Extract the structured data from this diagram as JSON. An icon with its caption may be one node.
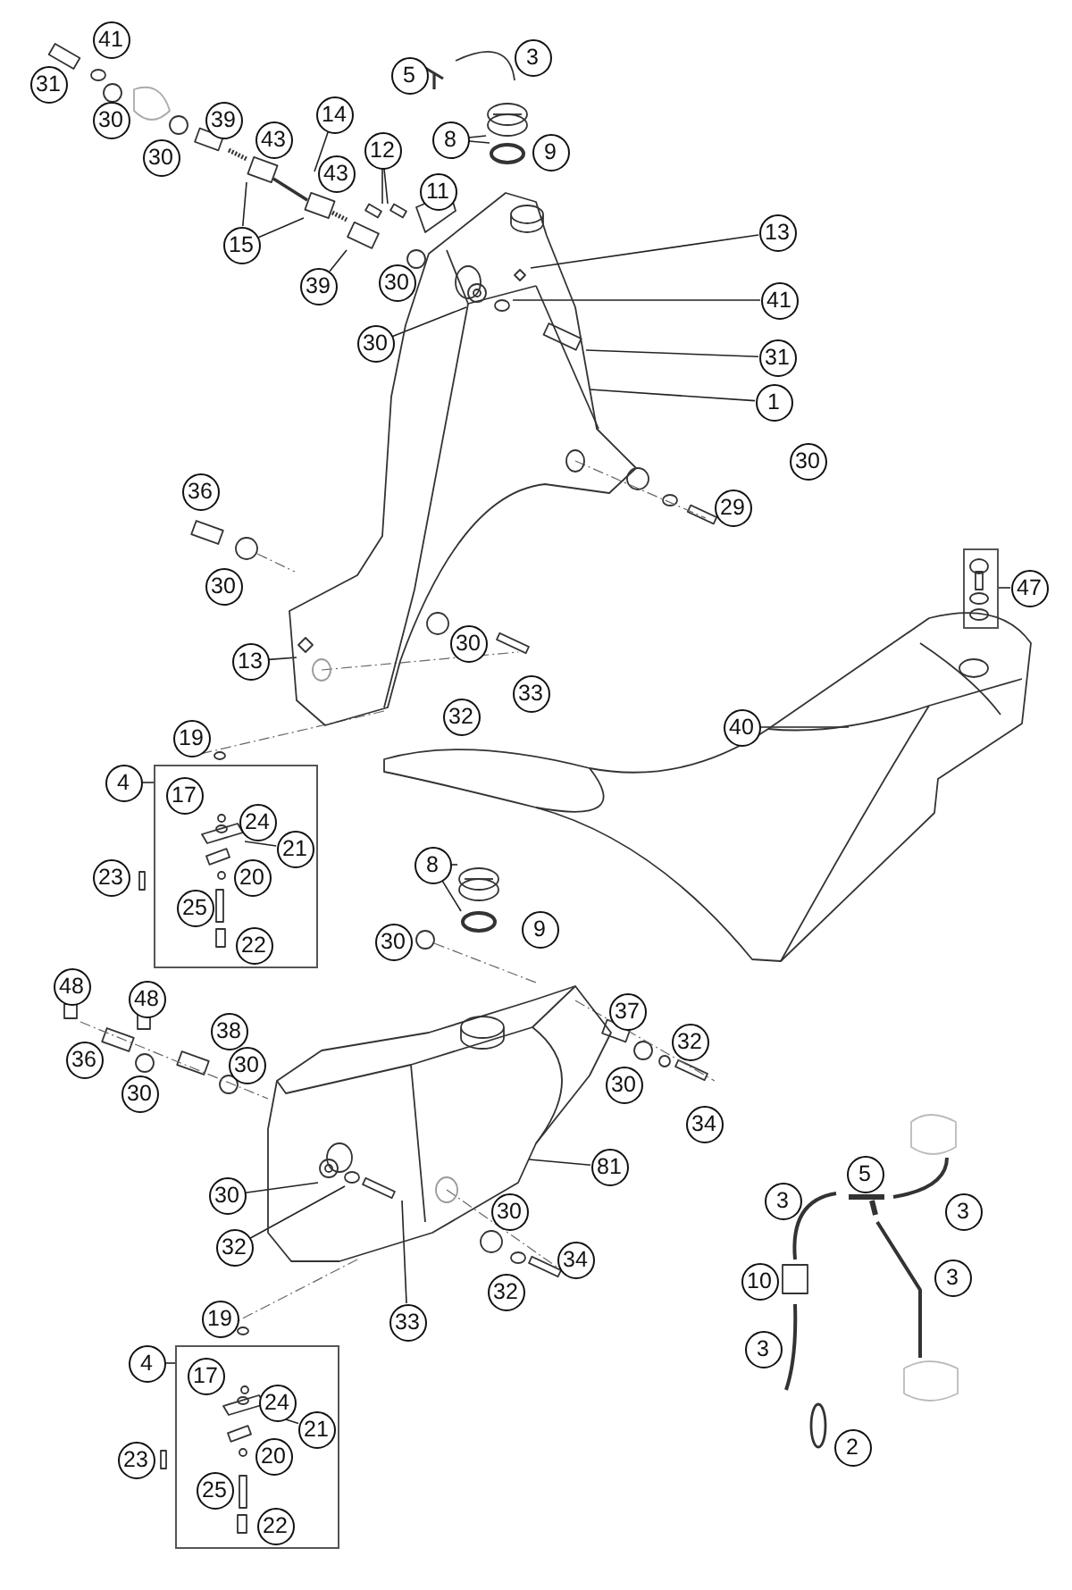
{
  "diagram": {
    "nodes": [
      {
        "text": [
          "41"
        ]
      },
      {
        "text": [
          "3"
        ]
      },
      {
        "text": [
          "5"
        ]
      },
      {
        "text": [
          "31"
        ]
      },
      {
        "text": [
          "39"
        ]
      },
      {
        "text": [
          "14"
        ]
      },
      {
        "text": [
          "30"
        ]
      },
      {
        "text": [
          "8"
        ]
      },
      {
        "text": [
          "9"
        ]
      },
      {
        "text": [
          "43"
        ]
      },
      {
        "text": [
          "30"
        ]
      },
      {
        "text": [
          "12"
        ]
      },
      {
        "text": [
          "43"
        ]
      },
      {
        "text": [
          "11"
        ]
      },
      {
        "text": [
          "13"
        ]
      },
      {
        "text": [
          "15"
        ]
      },
      {
        "text": [
          "39"
        ]
      },
      {
        "text": [
          "30"
        ]
      },
      {
        "text": [
          "41"
        ]
      },
      {
        "text": [
          "30"
        ]
      },
      {
        "text": [
          "31"
        ]
      },
      {
        "text": [
          "1"
        ]
      },
      {
        "text": [
          "36"
        ]
      },
      {
        "text": [
          "29"
        ]
      },
      {
        "text": [
          "30"
        ]
      },
      {
        "text": [
          "30"
        ]
      },
      {
        "text": [
          "47"
        ]
      },
      {
        "text": [],
        "shape": "box"
      },
      {
        "text": [
          "13"
        ]
      },
      {
        "text": [
          "30"
        ]
      },
      {
        "text": [
          "33"
        ]
      },
      {
        "text": [
          "32"
        ]
      },
      {
        "text": [
          "40"
        ]
      },
      {
        "text": [
          "19"
        ]
      },
      {
        "text": [],
        "shape": "box"
      },
      {
        "text": [
          "4"
        ]
      },
      {
        "text": [
          "17"
        ],
        "in": 34
      },
      {
        "text": [
          "24"
        ],
        "in": 34
      },
      {
        "text": [
          "21"
        ],
        "in": 34
      },
      {
        "text": [
          "20"
        ],
        "in": 34
      },
      {
        "text": [
          "23"
        ]
      },
      {
        "text": [
          "25"
        ],
        "in": 34
      },
      {
        "text": [
          "22"
        ],
        "in": 34
      },
      {
        "text": [
          "8"
        ]
      },
      {
        "text": [
          "9"
        ]
      },
      {
        "text": [
          "30"
        ]
      },
      {
        "text": [
          "48"
        ]
      },
      {
        "text": [
          "48"
        ]
      },
      {
        "text": [
          "37"
        ]
      },
      {
        "text": [
          "38"
        ]
      },
      {
        "text": [
          "32"
        ]
      },
      {
        "text": [
          "36"
        ]
      },
      {
        "text": [
          "30"
        ]
      },
      {
        "text": [
          "30"
        ]
      },
      {
        "text": [
          "30"
        ]
      },
      {
        "text": [
          "34"
        ]
      },
      {
        "text": [
          "81"
        ]
      },
      {
        "text": [
          "30"
        ]
      },
      {
        "text": [
          "3"
        ]
      },
      {
        "text": [
          "5"
        ]
      },
      {
        "text": [
          "3"
        ]
      },
      {
        "text": [
          "30"
        ]
      },
      {
        "text": [
          "34"
        ]
      },
      {
        "text": [
          "32"
        ]
      },
      {
        "text": [
          "3"
        ]
      },
      {
        "text": [
          "10"
        ]
      },
      {
        "text": [
          "32"
        ]
      },
      {
        "text": [
          "19"
        ]
      },
      {
        "text": [
          "33"
        ]
      },
      {
        "text": [
          "3"
        ]
      },
      {
        "text": [],
        "shape": "box"
      },
      {
        "text": [
          "4"
        ]
      },
      {
        "text": [
          "17"
        ],
        "in": 70
      },
      {
        "text": [
          "24"
        ],
        "in": 70
      },
      {
        "text": [
          "21"
        ],
        "in": 70
      },
      {
        "text": [
          "20"
        ],
        "in": 70
      },
      {
        "text": [
          "23"
        ]
      },
      {
        "text": [
          "25"
        ],
        "in": 70
      },
      {
        "text": [
          "22"
        ],
        "in": 70
      },
      {
        "text": [
          "2"
        ]
      },
      {
        "text": [],
        "shape": "bar"
      },
      {
        "text": [],
        "shape": "picture"
      },
      {
        "text": [],
        "shape": "circle"
      },
      {
        "text": [],
        "shape": "box"
      },
      {
        "text": [],
        "shape": "box"
      },
      {
        "text": [],
        "shape": "diamond",
        "in": 92
      },
      {
        "text": [],
        "shape": "box"
      },
      {
        "text": [],
        "shape": "box"
      },
      {
        "text": [],
        "shape": "box"
      },
      {
        "text": [],
        "shape": "circle",
        "in": 92
      },
      {
        "text": [],
        "shape": "picture",
        "in": 92
      },
      {
        "text": [],
        "shape": "box",
        "in": 92
      },
      {
        "text": [],
        "shape": "picture"
      },
      {
        "text": [],
        "shape": "diamond",
        "in": 92
      },
      {
        "text": [],
        "shape": "picture"
      },
      {
        "text": [],
        "shape": "picture",
        "in": 34
      },
      {
        "text": [],
        "shape": "picture"
      },
      {
        "text": [],
        "shape": "circle"
      },
      {
        "text": [],
        "shape": "picture"
      },
      {
        "text": [],
        "shape": "picture",
        "in": 98
      },
      {
        "text": [],
        "shape": "circle",
        "in": 98
      },
      {
        "text": [],
        "shape": "box",
        "in": 98
      },
      {
        "text": [],
        "shape": "picture",
        "in": 70
      }
    ],
    "edges": [
      {
        "from": 5,
        "to": 80,
        "arrow": "none"
      },
      {
        "from": 7,
        "to": 81,
        "arrow": "none"
      },
      {
        "from": 7,
        "to": 82,
        "arrow": "none"
      },
      {
        "from": 11,
        "to": 83,
        "arrow": "none"
      },
      {
        "from": 11,
        "to": 84,
        "arrow": "none"
      },
      {
        "from": 14,
        "to": 85,
        "arrow": "none"
      },
      {
        "from": 15,
        "to": 86,
        "arrow": "none"
      },
      {
        "from": 15,
        "to": 87,
        "arrow": "none"
      },
      {
        "from": 16,
        "to": 88,
        "arrow": "none"
      },
      {
        "from": 18,
        "to": 89,
        "arrow": "none"
      },
      {
        "from": 19,
        "to": 90,
        "arrow": "none"
      },
      {
        "from": 20,
        "to": 91,
        "arrow": "none"
      },
      {
        "from": 21,
        "to": 92,
        "arrow": "none"
      },
      {
        "from": 26,
        "to": 27,
        "arrow": "none"
      },
      {
        "from": 28,
        "to": 93,
        "arrow": "none"
      },
      {
        "from": 32,
        "to": 94,
        "arrow": "none"
      },
      {
        "from": 35,
        "to": 34,
        "arrow": "none"
      },
      {
        "from": 38,
        "to": 95,
        "arrow": "none"
      },
      {
        "from": 43,
        "to": 96,
        "arrow": "none"
      },
      {
        "from": 43,
        "to": 97,
        "arrow": "none"
      },
      {
        "from": 56,
        "to": 98,
        "arrow": "none"
      },
      {
        "from": 57,
        "to": 99,
        "arrow": "none"
      },
      {
        "from": 63,
        "to": 100,
        "arrow": "none"
      },
      {
        "from": 68,
        "to": 101,
        "arrow": "none"
      },
      {
        "from": 71,
        "to": 70,
        "arrow": "none"
      },
      {
        "from": 74,
        "to": 102,
        "arrow": "none"
      }
    ]
  }
}
